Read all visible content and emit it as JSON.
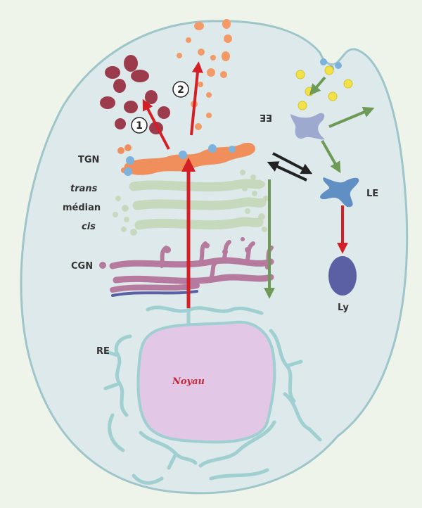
{
  "labels": {
    "tgn": "TGN",
    "trans": "trans",
    "median": "médian",
    "cis": "cis",
    "cgn": "CGN",
    "re": "RE",
    "noyau": "Noyau",
    "ee": "EE",
    "le": "LE",
    "ly": "Ly",
    "pathway_1": "1",
    "pathway_2": "2"
  },
  "colors": {
    "background": "#eef4ea",
    "cell_fill": "#dde9ea",
    "cell_border": "#9ec6ca",
    "secretory_arrow": "#d41f26",
    "endocytic_arrow": "#6e9a57",
    "exchange_arrow": "#222222",
    "dense_granules": "#9c3b4c",
    "constitutive_vesicles": "#f39a66",
    "tgn": "#f08f5c",
    "golgi_cisternae": "#c7d9bc",
    "cgn": "#b57a9e",
    "er": "#9fcfd0",
    "nucleus": "#e2c8e6",
    "nucleus_label": "#c0283a",
    "early_endosome": "#9ea9cf",
    "late_endosome": "#5f8fc3",
    "lysosome": "#5b5fa3",
    "extracellular_particles": "#f1e24a",
    "clathrin_coat": "#7cb2dc"
  }
}
